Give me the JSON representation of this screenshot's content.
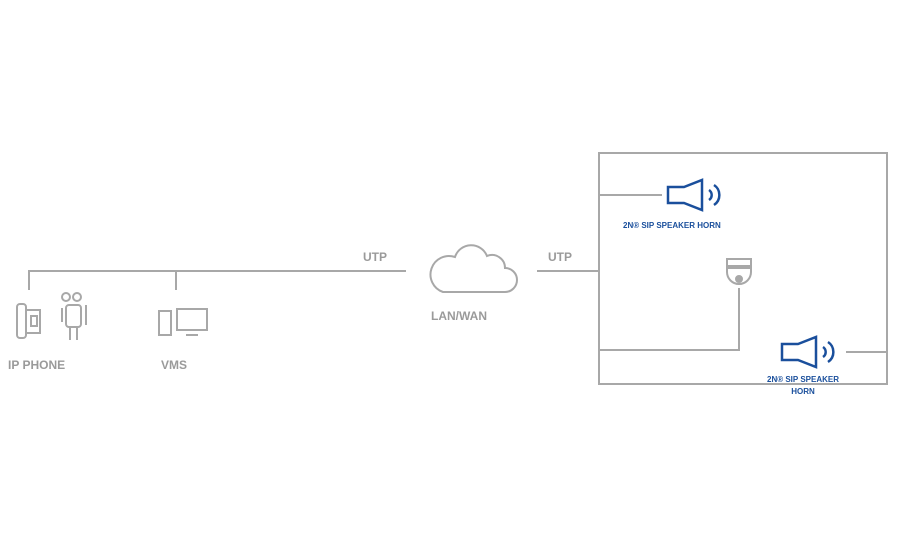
{
  "labels": {
    "ip_phone": "IP PHONE",
    "vms": "VMS",
    "lan_wan": "LAN/WAN",
    "utp_left": "UTP",
    "utp_right": "UTP",
    "horn_top": "2N® SIP SPEAKER HORN",
    "horn_bottom_line1": "2N® SIP SPEAKER",
    "horn_bottom_line2": "HORN"
  },
  "colors": {
    "line": "#a8a8a8",
    "gray_text": "#9a9a9a",
    "blue": "#1a4f9c"
  },
  "icons": [
    "ip-phone-icon",
    "person-icon",
    "vms-icon",
    "cloud-icon",
    "speaker-horn-icon",
    "dome-camera-icon"
  ]
}
